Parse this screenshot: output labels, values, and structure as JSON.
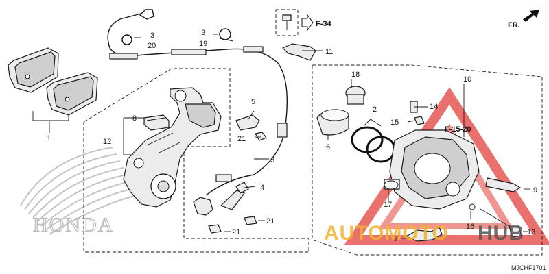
{
  "colors": {
    "line": "#1a1a1a",
    "watermark_red": "#e2403b",
    "watermark_orange": "#f2b233",
    "watermark_grey": "#555555",
    "honda_grey": "#bbbbbb"
  },
  "diagram": {
    "callouts": {
      "c1": "1",
      "c2": "2",
      "c3a": "3",
      "c3b": "3",
      "c3c": "3",
      "c4": "4",
      "c5": "5",
      "c6": "6",
      "c7": "7",
      "c8": "8",
      "c9": "9",
      "c10": "10",
      "c11": "11",
      "c12": "12",
      "c13": "13",
      "c14": "14",
      "c15": "15",
      "c16": "16",
      "c17": "17",
      "c18": "18",
      "c19": "19",
      "c20": "20",
      "c21a": "21",
      "c21b": "21",
      "c21c": "21"
    },
    "refs": {
      "ref_f34": "F-34",
      "ref_f1520": "F-15-20"
    },
    "front_indicator": "FR.",
    "logo_text": "HONDA",
    "diagram_code": "MJCHF1701"
  },
  "watermark": {
    "part1": "AUTOMOTO",
    "part2": "HUB"
  },
  "icons": [
    "front-arrow-icon",
    "reference-arrow-icon",
    "honda-wing-logo",
    "warning-triangle-watermark"
  ]
}
